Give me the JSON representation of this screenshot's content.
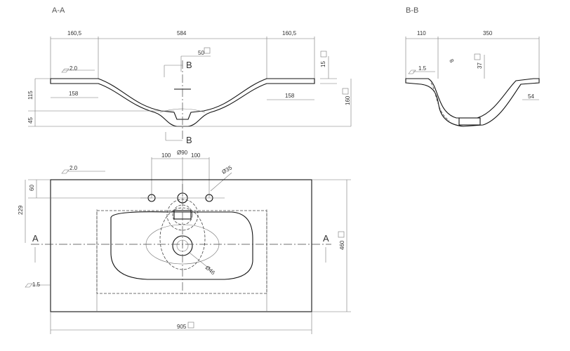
{
  "section_aa": {
    "title": "A-A",
    "dim_left": "160,5",
    "dim_mid": "584",
    "dim_right": "160,5",
    "dim_50": "50",
    "dim_15": "15",
    "dim_20": "2.0",
    "dim_115": "115",
    "dim_45": "45",
    "dim_158_left": "158",
    "dim_158_right": "158",
    "dim_160": "160",
    "cut_b_top": "B",
    "cut_b_bottom": "B"
  },
  "section_bb": {
    "title": "B-B",
    "dim_110": "110",
    "dim_350": "350",
    "dim_15": "1.5",
    "dim_8": "8",
    "dim_37": "37",
    "dim_54": "54"
  },
  "plan": {
    "dim_100_left": "100",
    "dim_90": "Ø90",
    "dim_100_right": "100",
    "dim_35": "Ø35",
    "dim_20": "2.0",
    "dim_60": "60",
    "dim_229": "229",
    "dim_460": "460",
    "dim_15": "1.5",
    "dim_46": "Ø46",
    "dim_905": "905",
    "cut_a_left": "A",
    "cut_a_right": "A"
  },
  "colors": {
    "line": "#111111",
    "dim_line": "#777777",
    "text": "#333333"
  }
}
